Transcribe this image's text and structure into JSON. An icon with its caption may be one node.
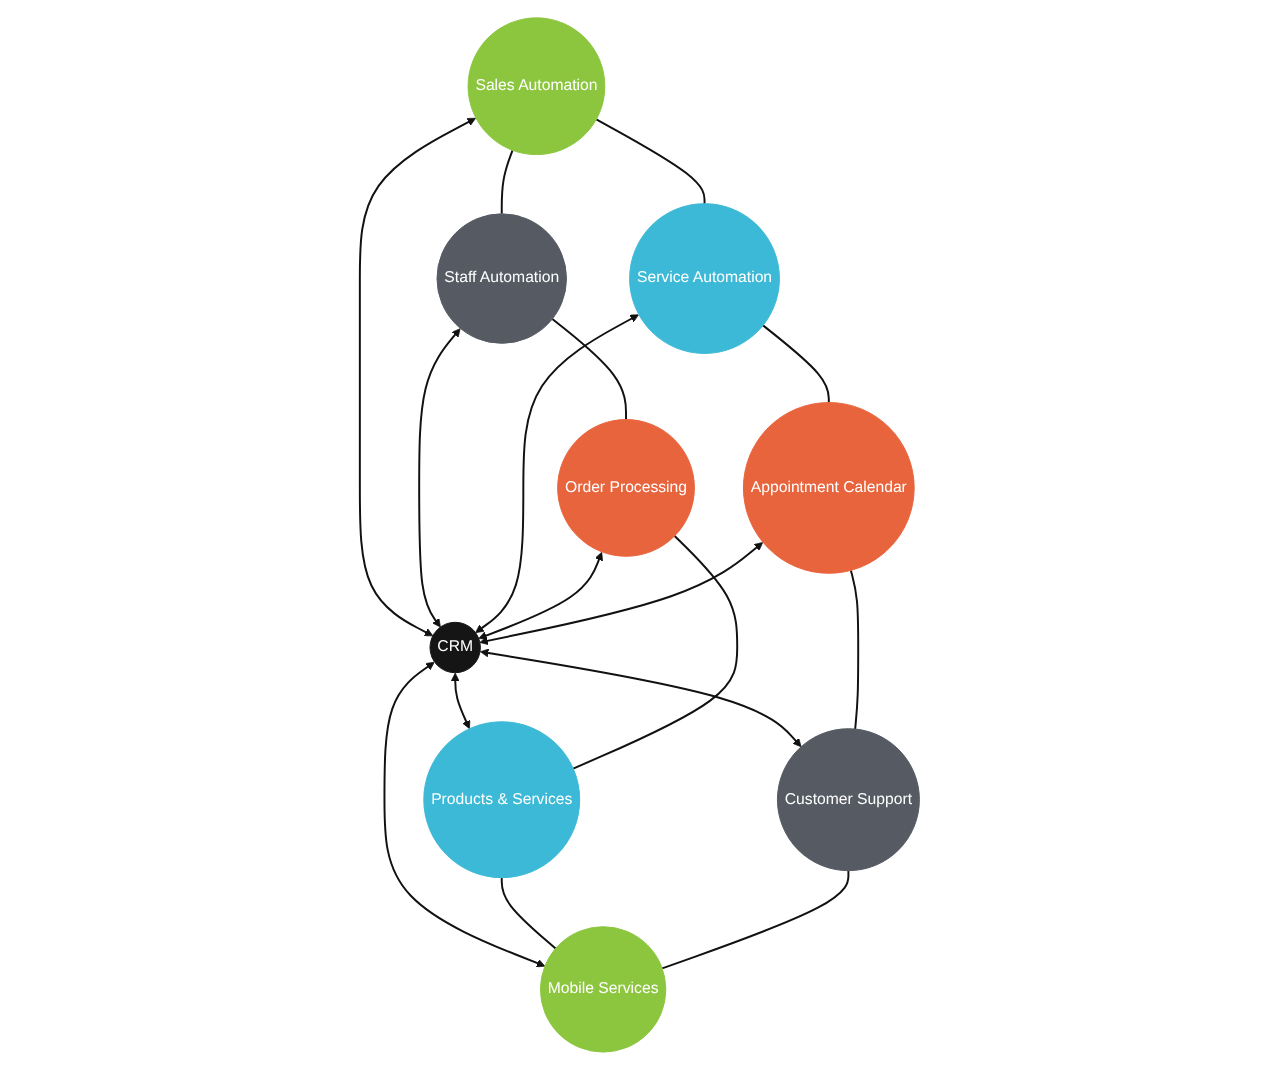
{
  "diagram": {
    "nodes": [
      {
        "text": [
          "Sales Automation"
        ]
      },
      {
        "text": [
          "Staff Automation"
        ]
      },
      {
        "text": [
          "Service Automation"
        ]
      },
      {
        "text": [
          "Order Processing"
        ]
      },
      {
        "text": [
          "CRM"
        ]
      },
      {
        "text": [
          "Appointment Calendar"
        ]
      },
      {
        "text": [
          "Products & Services"
        ]
      },
      {
        "text": [
          "Customer Support"
        ]
      },
      {
        "text": [
          "Mobile Services"
        ]
      }
    ],
    "edges": [
      {
        "from": 0,
        "to": 4,
        "arrow": "both"
      },
      {
        "from": 1,
        "to": 4,
        "arrow": "both"
      },
      {
        "from": 2,
        "to": 4,
        "arrow": "both"
      },
      {
        "from": 3,
        "to": 4,
        "arrow": "both"
      },
      {
        "from": 5,
        "to": 4,
        "arrow": "both"
      },
      {
        "from": 4,
        "to": 6,
        "arrow": "both"
      },
      {
        "from": 4,
        "to": 7,
        "arrow": "both"
      },
      {
        "from": 4,
        "to": 8,
        "arrow": "both"
      },
      {
        "from": 0,
        "to": 1,
        "arrow": "none"
      },
      {
        "from": 0,
        "to": 2,
        "arrow": "none"
      },
      {
        "from": 1,
        "to": 3,
        "arrow": "none"
      },
      {
        "from": 2,
        "to": 5,
        "arrow": "none"
      },
      {
        "from": 3,
        "to": 6,
        "arrow": "none"
      },
      {
        "from": 5,
        "to": 7,
        "arrow": "none"
      },
      {
        "from": 6,
        "to": 8,
        "arrow": "none"
      },
      {
        "from": 7,
        "to": 8,
        "arrow": "none"
      }
    ]
  }
}
